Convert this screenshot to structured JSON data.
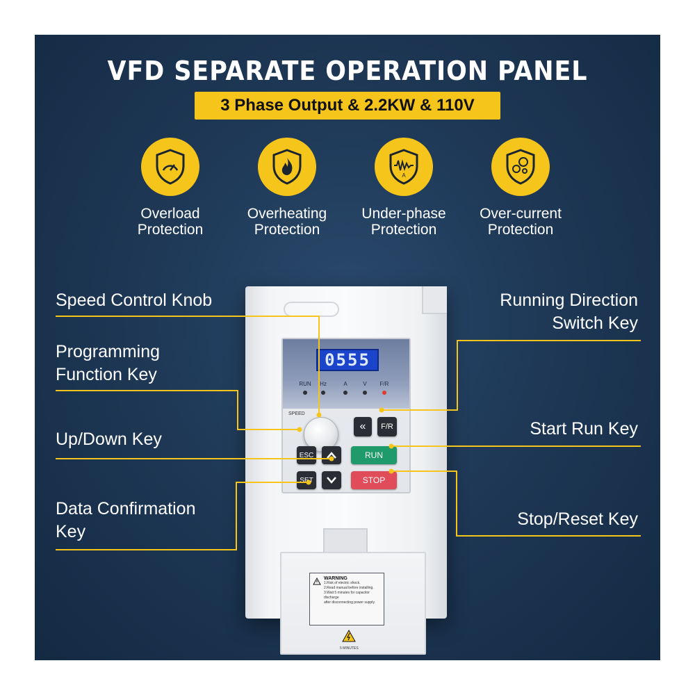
{
  "header": {
    "title": "VFD SEPARATE OPERATION PANEL",
    "subtitle": "3 Phase Output & 2.2KW & 110V"
  },
  "features": [
    {
      "icon": "shield-gauge-icon",
      "line1": "Overload",
      "line2": "Protection"
    },
    {
      "icon": "shield-flame-icon",
      "line1": "Overheating",
      "line2": "Protection"
    },
    {
      "icon": "shield-wave-icon",
      "line1": "Under-phase",
      "line2": "Protection"
    },
    {
      "icon": "shield-bubbles-icon",
      "line1": "Over-current",
      "line2": "Protection"
    }
  ],
  "callouts": {
    "speed_knob": "Speed Control Knob",
    "programming_1": "Programming",
    "programming_2": "Function Key",
    "updown": "Up/Down Key",
    "data_conf_1": "Data Confirmation",
    "data_conf_2": "Key",
    "direction_1": "Running Direction",
    "direction_2": "Switch Key",
    "start_run": "Start Run Key",
    "stop_reset": "Stop/Reset Key"
  },
  "device": {
    "display_value": "0555",
    "indicators": [
      "RUN",
      "Hz",
      "A",
      "V",
      "F/R"
    ],
    "speed_label": "SPEED",
    "keys": {
      "shift": "«",
      "fr": "F/R",
      "esc": "ESC",
      "run": "RUN",
      "set": "SET",
      "stop": "STOP"
    },
    "warning": {
      "title": "WARNING",
      "lines": [
        "1.Risk of electric shock.",
        "2.Read manual before installing.",
        "3.Wait 5 minutes for capacitor discharge",
        "after disconnecting power supply."
      ]
    },
    "hv_caption": "5 MINUTES"
  },
  "colors": {
    "accent_yellow": "#f6c51b",
    "background_navy": "#1e3856",
    "run_green": "#1f9a6a",
    "stop_red": "#e04c5a",
    "lcd_blue": "#1a44c9"
  }
}
